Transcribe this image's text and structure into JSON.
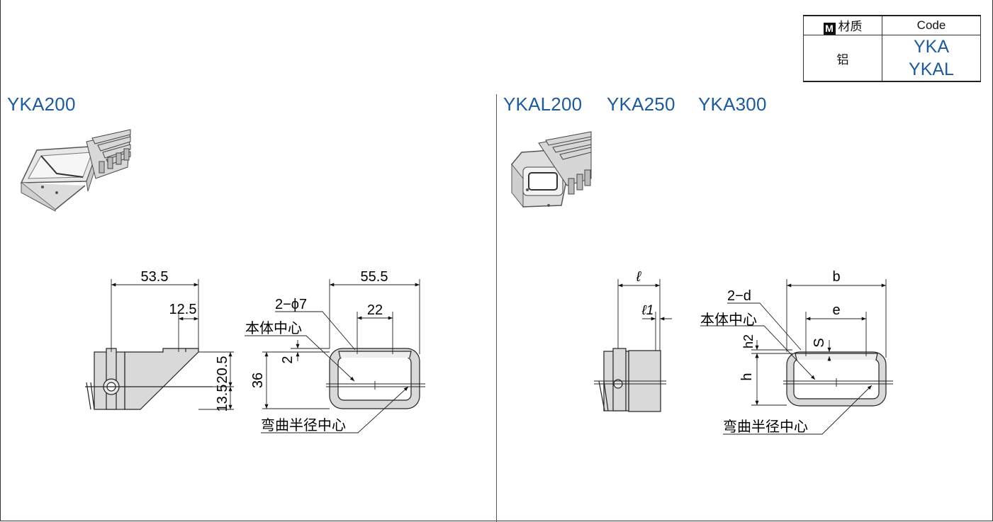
{
  "material_table": {
    "header_material": "材质",
    "header_material_badge": "M",
    "header_code": "Code",
    "material": "铝",
    "codes": [
      "YKA",
      "YKAL"
    ]
  },
  "left": {
    "title": "YKA200",
    "dims": {
      "width_total": "53.5",
      "offset": "12.5",
      "hole": "2−ϕ7",
      "hole_pitch": "22",
      "body_center_label": "本体中心",
      "gap": "2",
      "height": "36",
      "upper": "20.5",
      "lower": "13.5",
      "outer_width": "55.5",
      "bend_center_label": "弯曲半径中心"
    }
  },
  "right": {
    "titles": [
      "YKAL200",
      "YKA250",
      "YKA300"
    ],
    "dims": {
      "l": "ℓ",
      "l1": "ℓ1",
      "hole": "2−d",
      "body_center_label": "本体中心",
      "b": "b",
      "e": "e",
      "h2": "h2",
      "s": "S",
      "h": "h",
      "bend_center_label": "弯曲半径中心"
    }
  },
  "colors": {
    "title_blue": "#1d5b9a",
    "part_gray": "#d9d9d9"
  }
}
